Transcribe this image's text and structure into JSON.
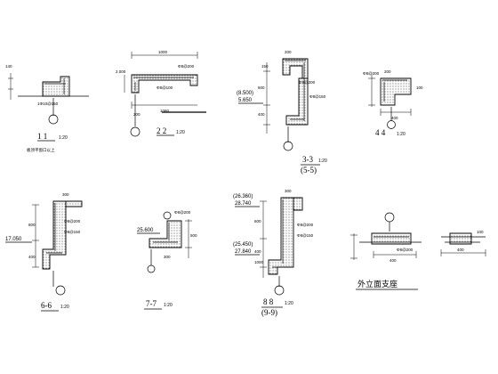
{
  "drawing": {
    "details": [
      {
        "id": "1-1",
        "title": "1  1",
        "scale": "1:20",
        "bar_note": "板顶平窗口以上",
        "dims": [
          "140"
        ],
        "notes": [
          "1Φ10@150"
        ]
      },
      {
        "id": "2-2",
        "title": "2  2",
        "scale": "1:20",
        "dims": [
          "1000",
          "2.000",
          "1080",
          "200"
        ],
        "notes": [
          "Φ8@200",
          "Φ8@100"
        ]
      },
      {
        "id": "3-3",
        "title": "3-3",
        "scale": "1:20",
        "sub_title": "(5-5)",
        "elevations": [
          "(8.500)",
          "5.650"
        ],
        "dims": [
          "150",
          "600",
          "400",
          "200"
        ],
        "notes": [
          "Φ8@200",
          "Φ8@150"
        ]
      },
      {
        "id": "4-4",
        "title": "4  4",
        "scale": "1:20",
        "dims": [
          "200",
          "100",
          "400"
        ],
        "notes": [
          "Φ8@200"
        ]
      },
      {
        "id": "6-6",
        "title": "6-6",
        "scale": "1:20",
        "elevations": [
          "17.050"
        ],
        "dims": [
          "800",
          "400",
          "300"
        ],
        "notes": [
          "Φ8@200",
          "Φ8@150"
        ]
      },
      {
        "id": "7-7",
        "title": "7-7",
        "scale": "1:20",
        "elevations": [
          "25.600"
        ],
        "dims": [
          "500",
          "300"
        ],
        "notes": [
          "Φ8@200"
        ]
      },
      {
        "id": "8-8",
        "title": "8  8",
        "scale": "1:20",
        "sub_title": "(9-9)",
        "elevations": [
          "(26.360)",
          "28.740",
          "(25.450)",
          "27.840"
        ],
        "dims": [
          "600",
          "400",
          "1000",
          "300"
        ],
        "notes": [
          "Φ8@200",
          "Φ8@150"
        ]
      },
      {
        "id": "facade",
        "title": "外立面支座",
        "scale": "",
        "dims": [
          "400",
          "400",
          "100"
        ],
        "notes": [
          "Φ8@200"
        ]
      }
    ]
  }
}
